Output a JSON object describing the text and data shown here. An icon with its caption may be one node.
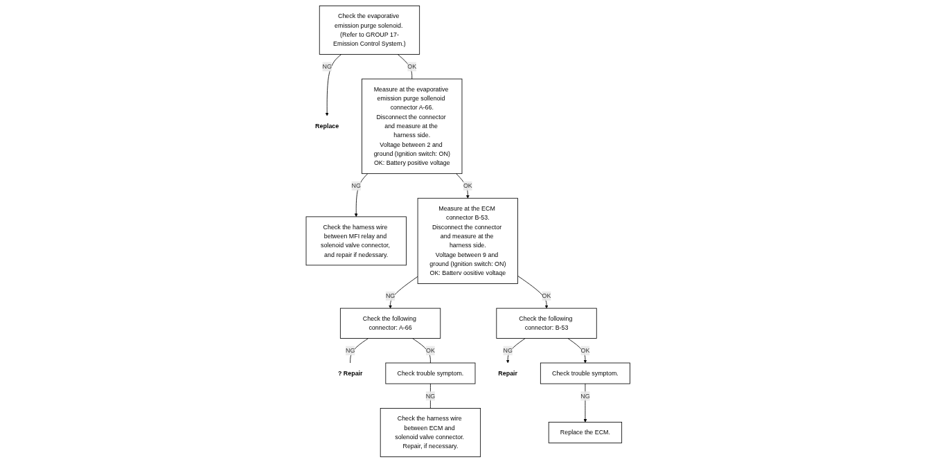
{
  "diagram": {
    "nodes": [
      {
        "text": [
          "Check the evaporative emission purge solenoid. (Refer to GROUP 17-Emission Control System.)"
        ]
      },
      {
        "text": [
          "Replace"
        ]
      },
      {
        "text": [
          "Measure at the evaporative emission purge sollenoid connector A-66.",
          "Disconnect the connector and measure at the harness side.",
          "Voltage between 2 and ground (Ignition switch: ON)",
          "OK: Battery positive voltage"
        ]
      },
      {
        "text": [
          "Check the harness wire between MFI relay and solenoid valve connector, and repair if nedessary."
        ]
      },
      {
        "text": [
          "Measure at the ECM connector B-53.",
          "Disconnect the connector and measure at the harness side.",
          "Voltage between 9 and ground (Ignition switch: ON)",
          "OK: Batterv oositive voltaqe"
        ]
      },
      {
        "text": [
          "Check the following connector: A-66"
        ]
      },
      {
        "text": [
          "? Repair"
        ]
      },
      {
        "text": [
          "Check trouble symptom."
        ]
      },
      {
        "text": [
          "Check the harness wire between ECM and solenoid valve connector. Repair, if necessary."
        ]
      },
      {
        "text": [
          "Check the following connector: B-53"
        ]
      },
      {
        "text": [
          "Repair"
        ]
      },
      {
        "text": [
          "Check trouble symptom."
        ]
      },
      {
        "text": [
          "Replace the ECM."
        ]
      }
    ],
    "edges": [
      {
        "from": 0,
        "to": 1,
        "arrow": "to",
        "label": "NG"
      },
      {
        "from": 0,
        "to": 2,
        "arrow": "none",
        "label": "OK"
      },
      {
        "from": 2,
        "to": 3,
        "arrow": "to",
        "label": "NG"
      },
      {
        "from": 2,
        "to": 4,
        "arrow": "to",
        "label": "OK"
      },
      {
        "from": 4,
        "to": 5,
        "arrow": "to",
        "label": "NG"
      },
      {
        "from": 4,
        "to": 9,
        "arrow": "to",
        "label": "OK"
      },
      {
        "from": 5,
        "to": 6,
        "arrow": "none",
        "label": "NG"
      },
      {
        "from": 5,
        "to": 7,
        "arrow": "none",
        "label": "OK"
      },
      {
        "from": 7,
        "to": 8,
        "arrow": "none",
        "label": "NG"
      },
      {
        "from": 9,
        "to": 10,
        "arrow": "to",
        "label": "NG"
      },
      {
        "from": 9,
        "to": 11,
        "arrow": "to",
        "label": "OK"
      },
      {
        "from": 11,
        "to": 12,
        "arrow": "to",
        "label": "NG"
      }
    ]
  }
}
